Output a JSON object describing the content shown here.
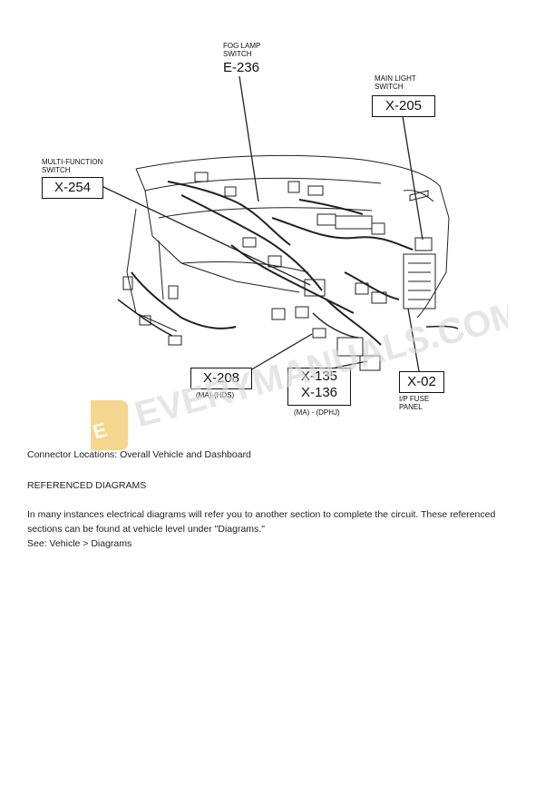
{
  "figure": {
    "labels": {
      "fog_lamp": {
        "title_line1": "FOG LAMP",
        "title_line2": "SWITCH",
        "code": "E-236"
      },
      "main_light": {
        "title_line1": "MAIN LIGHT",
        "title_line2": "SWITCH",
        "code": "X-205"
      },
      "multi_function": {
        "title_line1": "MULTI-FUNCTION",
        "title_line2": "SWITCH",
        "code": "X-254"
      },
      "x208": {
        "code": "X-208",
        "note": "(MA)-(HDS)"
      },
      "x135": {
        "code1": "X-135",
        "code2": "X-136",
        "note": "(MA) - (DPHJ)"
      },
      "x02": {
        "code": "X-02",
        "title_line1": "I/P FUSE",
        "title_line2": "PANEL"
      }
    },
    "watermark_text": "EVERYMANUALS.COM"
  },
  "caption": "Connector Locations: Overall Vehicle and Dashboard",
  "referenced": {
    "heading": "REFERENCED DIAGRAMS",
    "body_line1": "In many instances electrical diagrams will refer you to another section to complete the circuit. These referenced",
    "body_line2": "sections can be found at vehicle level under \"Diagrams.\"",
    "see_line": "See: Vehicle > Diagrams"
  }
}
